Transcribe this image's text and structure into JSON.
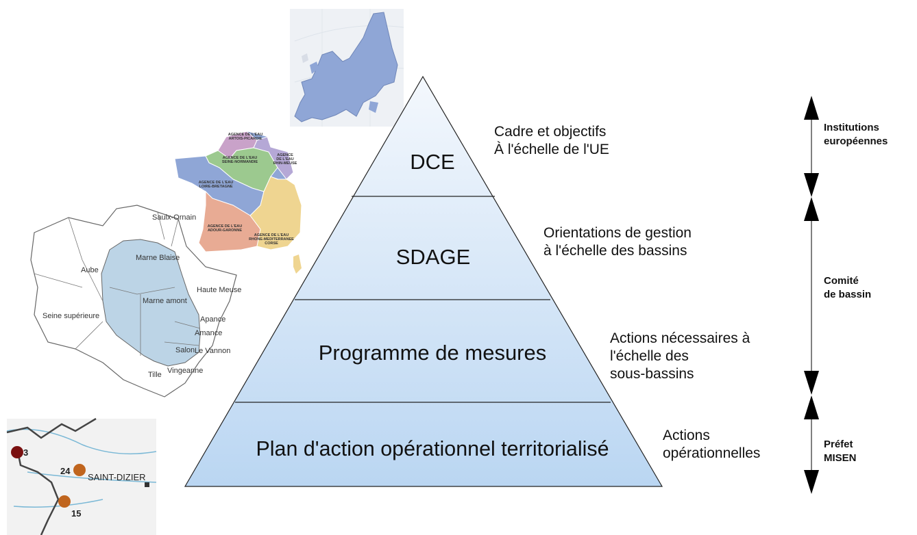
{
  "pyramid": {
    "levels": [
      {
        "label": "DCE",
        "description": [
          "Cadre et objectifs",
          "À l'échelle de l'UE"
        ]
      },
      {
        "label": "SDAGE",
        "description": [
          "Orientations de gestion",
          "à l'échelle des bassins"
        ]
      },
      {
        "label": "Programme de mesures",
        "description": [
          "Actions nécessaires à",
          "l'échelle des",
          "sous-bassins"
        ]
      },
      {
        "label": "Plan d'action opérationnel territorialisé",
        "description": [
          "Actions",
          "opérationnelles"
        ]
      }
    ],
    "colors": {
      "top": "#f4f8fd",
      "bottom": "#bad6f2",
      "stroke": "#222222"
    }
  },
  "institutions": [
    {
      "lines": [
        "Institutions",
        "européennes"
      ]
    },
    {
      "lines": [
        "Comité",
        "de bassin"
      ]
    },
    {
      "lines": [
        "Préfet",
        "MISEN"
      ]
    }
  ],
  "maps": {
    "europe": {
      "icon": "europe-map-icon",
      "fill": "#8fa6d6"
    },
    "france": {
      "icon": "france-water-agencies-map-icon",
      "regions": [
        {
          "label": [
            "AGENCE  DE L'EAU",
            "ARTOIS-PICARDIE"
          ],
          "color": "#c9a2c9"
        },
        {
          "label": [
            "AGENCE DE L'EAU",
            "SEINE-NORMANDIE"
          ],
          "color": "#9cc98f"
        },
        {
          "label": [
            "AGENCE",
            "DE L'EAU",
            "RHIN-MEUSE"
          ],
          "color": "#b5a8d6"
        },
        {
          "label": [
            "AGENCE DE L'EAU",
            "LOIRE-BRETAGNE"
          ],
          "color": "#8fa6d6"
        },
        {
          "label": [
            "AGENCE DE L'EAU",
            "ADOUR-GARONNE"
          ],
          "color": "#e8ab94"
        },
        {
          "label": [
            "AGENCE DE L'EAU",
            "RHONE-MEDITERRANEE",
            "CORSE"
          ],
          "color": "#efd591"
        }
      ]
    },
    "subbasins": {
      "icon": "sub-basins-map-icon",
      "fill": "#bcd4e6",
      "labels": [
        "Saulx-Ornain",
        "Marne Blaise",
        "Aube",
        "Haute Meuse",
        "Marne amont",
        "Seine supérieure",
        "Apance",
        "Amance",
        "Salon",
        "Le Vannon",
        "Tille",
        "Vingeanne"
      ]
    },
    "local": {
      "icon": "local-territory-map-icon",
      "markers": [
        {
          "label": "3",
          "color": "#7a1010"
        },
        {
          "label": "24",
          "color": "#c0651e"
        },
        {
          "label": "15",
          "color": "#c0651e"
        }
      ],
      "town": "SAINT-DIZIER"
    }
  }
}
